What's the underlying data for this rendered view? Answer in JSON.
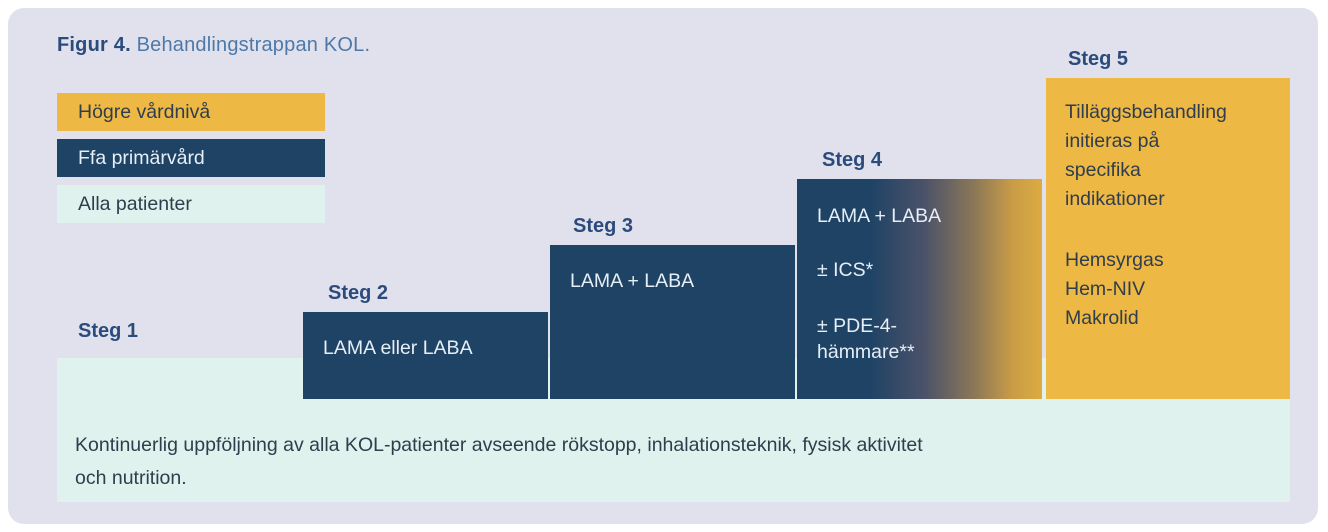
{
  "title": {
    "prefix": "Figur 4.",
    "text": " Behandlingstrappan KOL."
  },
  "legend": {
    "higher_care": "Högre vårdnivå",
    "primary_care": "Ffa primärvård",
    "all_patients": "Alla patienter"
  },
  "steps": [
    {
      "label": "Steg 1",
      "lines": []
    },
    {
      "label": "Steg 2",
      "lines": [
        "LAMA eller LABA"
      ]
    },
    {
      "label": "Steg 3",
      "lines": [
        "LAMA + LABA"
      ]
    },
    {
      "label": "Steg 4",
      "lines": [
        "LAMA + LABA",
        "± ICS*",
        "± PDE-4-",
        "hämmare**"
      ]
    },
    {
      "label": "Steg 5",
      "lines": [
        "Tilläggsbehandling",
        "initieras på",
        "specifika",
        "indikationer",
        "Hemsyrgas",
        "Hem-NIV",
        "Makrolid"
      ]
    }
  ],
  "footnote": {
    "line1": "Kontinuerlig uppföljning av alla KOL-patienter avseende rökstopp, inhalationsteknik, fysisk aktivitet",
    "line2": "och nutrition."
  },
  "colors": {
    "panel-bg": "#e0e1ed",
    "navy": "#1f4365",
    "yellow": "#edb844",
    "mint": "#dff2ee",
    "label-navy": "#2b4b7c",
    "title-blue": "#4d78a8",
    "dark-text": "#303d4c",
    "light-text": "#e6eef6"
  }
}
